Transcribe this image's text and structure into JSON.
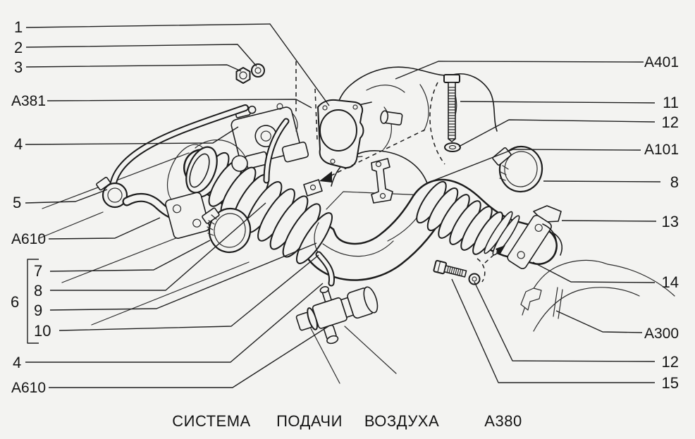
{
  "diagram": {
    "caption_words": [
      "СИСТЕМА",
      "ПОДАЧИ",
      "ВОЗДУХА"
    ],
    "figure_code": "А380",
    "callouts": {
      "n1": "1",
      "n2": "2",
      "n3": "3",
      "a381": "A381",
      "n4_top": "4",
      "n5": "5",
      "a610_top": "A610",
      "n6": "6",
      "n7": "7",
      "n8_left": "8",
      "n9": "9",
      "n10": "10",
      "n4_bottom": "4",
      "a610_bottom": "A610",
      "a401": "A401",
      "n11": "11",
      "n12_top": "12",
      "a101": "A101",
      "n8_right": "8",
      "n13": "13",
      "n14": "14",
      "a300": "A300",
      "n12_bottom": "12",
      "n15": "15"
    },
    "colors": {
      "background": "#f3f3f1",
      "ink": "#1c1c1c"
    }
  }
}
